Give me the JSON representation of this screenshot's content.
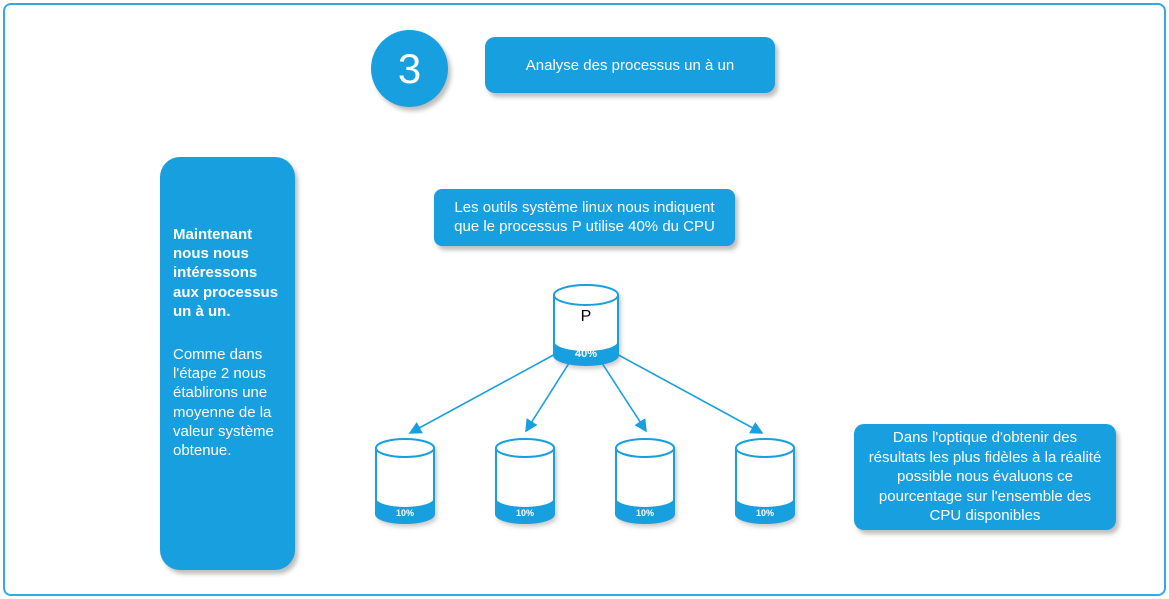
{
  "colors": {
    "accent": "#189fe0",
    "frame_border": "#35aadf",
    "cylinder_body": "#ffffff",
    "text_on_accent": "#ffffff"
  },
  "step": {
    "number": "3",
    "title": "Analyse des processus un à un"
  },
  "left_panel": {
    "intro": "Maintenant nous nous intéressons aux processus un à un.",
    "body": "Comme dans l'étape 2 nous établirons une moyenne de la valeur système obtenue."
  },
  "info_box": {
    "text": "Les outils système linux nous indiquent que le processus P utilise 40% du CPU"
  },
  "process": {
    "main": {
      "label": "P",
      "usage": "40%"
    },
    "cpus": [
      {
        "usage": "10%"
      },
      {
        "usage": "10%"
      },
      {
        "usage": "10%"
      },
      {
        "usage": "10%"
      }
    ]
  },
  "right_panel": {
    "text": "Dans l'optique d'obtenir des résultats les plus fidèles à la réalité possible nous évaluons ce pourcentage sur l'ensemble des CPU disponibles"
  }
}
